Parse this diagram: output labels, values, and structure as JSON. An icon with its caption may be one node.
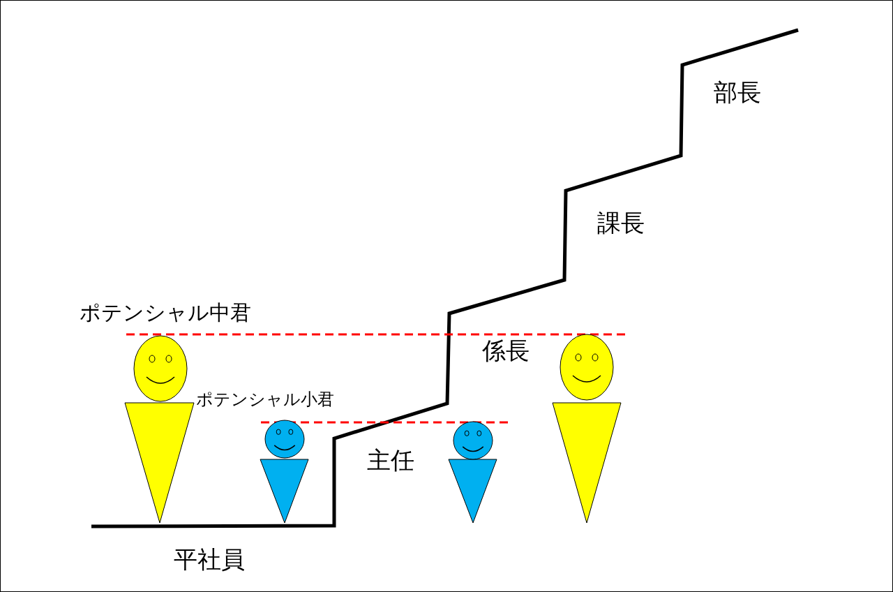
{
  "diagram": {
    "labels": [
      "部長",
      "課長",
      "ポテンシャル中君",
      "係長",
      "ポテンシャル小君",
      "主任",
      "平社員"
    ]
  }
}
